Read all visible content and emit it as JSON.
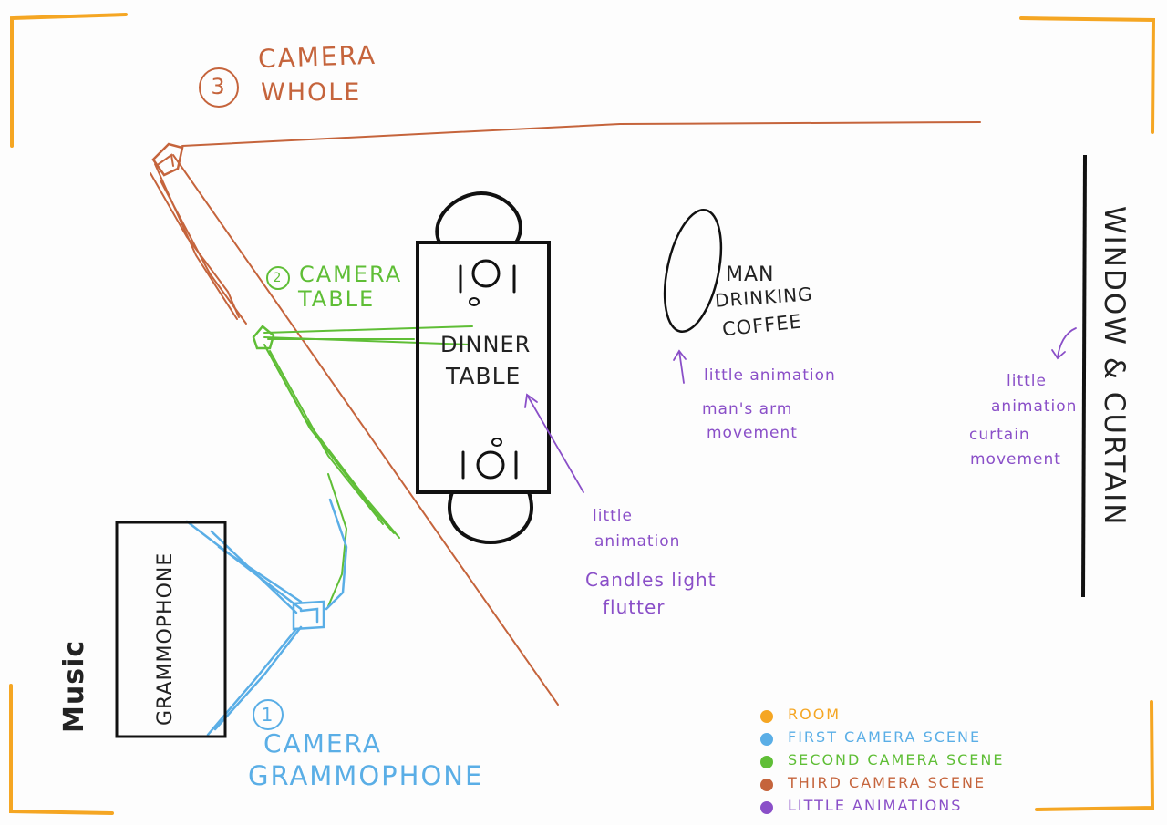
{
  "colors": {
    "room": "#f5a623",
    "first_camera": "#5aaee6",
    "second_camera": "#5fbe36",
    "third_camera": "#c5643c",
    "animations": "#8a4fc8",
    "ink": "#111111"
  },
  "cameras": {
    "third": {
      "number": "3",
      "line1": "CAMERA",
      "line2": "WHOLE"
    },
    "second": {
      "number": "2",
      "line1": "CAMERA",
      "line2": "TABLE"
    },
    "first": {
      "number": "1",
      "line1": "CAMERA",
      "line2": "GRAMMOPHONE"
    }
  },
  "objects": {
    "dinner_table": {
      "line1": "DINNER",
      "line2": "TABLE"
    },
    "man": {
      "line1": "MAN",
      "line2": "DRINKING",
      "line3": "COFFEE"
    },
    "grammophone": "GRAMMOPHONE",
    "music": "Music",
    "window": "WINDOW & CURTAIN"
  },
  "animations": {
    "man": {
      "line1": "little animation",
      "line2": "man's arm",
      "line3": "movement"
    },
    "curtain": {
      "line1": "little",
      "line2": "animation",
      "line3": "curtain",
      "line4": "movement"
    },
    "candles": {
      "line1": "little",
      "line2": "animation",
      "line3": "Candles light",
      "line4": "flutter"
    }
  },
  "legend": [
    {
      "label": "ROOM",
      "color": "#f5a623"
    },
    {
      "label": "FIRST CAMERA SCENE",
      "color": "#5aaee6"
    },
    {
      "label": "SECOND CAMERA SCENE",
      "color": "#5fbe36"
    },
    {
      "label": "THIRD CAMERA SCENE",
      "color": "#c5643c"
    },
    {
      "label": "LITTLE ANIMATIONS",
      "color": "#8a4fc8"
    }
  ]
}
